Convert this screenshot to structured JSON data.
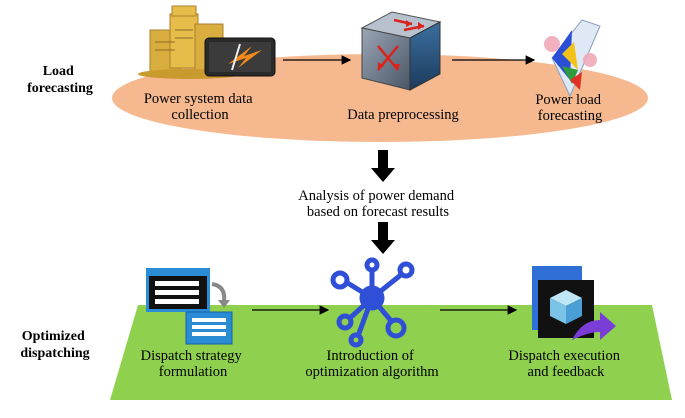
{
  "sections": {
    "forecasting": {
      "label_lines": [
        "Load",
        "forecasting"
      ],
      "steps": [
        {
          "id": "collection",
          "lines": [
            "Power system data",
            "collection"
          ]
        },
        {
          "id": "preprocessing",
          "lines": [
            "Data preprocessing"
          ]
        },
        {
          "id": "forecast",
          "lines": [
            "Power load",
            "forecasting"
          ]
        }
      ]
    },
    "middle": {
      "lines": [
        "Analysis of power demand",
        "based on forecast results"
      ]
    },
    "dispatching": {
      "label_lines": [
        "Optimized",
        "dispatching"
      ],
      "steps": [
        {
          "id": "strategy",
          "lines": [
            "Dispatch strategy",
            "formulation"
          ]
        },
        {
          "id": "optimization",
          "lines": [
            "Introduction of",
            "optimization algorithm"
          ]
        },
        {
          "id": "execution",
          "lines": [
            "Dispatch execution",
            "and feedback"
          ]
        }
      ]
    }
  },
  "colors": {
    "ellipse_fill": "#f6b98f",
    "plane_fill": "#8fd14f",
    "server_gold": "#d9ad3e",
    "optimization_blue": "#2f4fd6",
    "arrow_black": "#000000"
  },
  "icons": {
    "collection": "server-battery-icon",
    "preprocessing": "router-cube-icon",
    "forecast": "prism-chart-icon",
    "strategy": "list-window-icon",
    "optimization": "network-hub-icon",
    "execution": "cube-export-icon"
  }
}
